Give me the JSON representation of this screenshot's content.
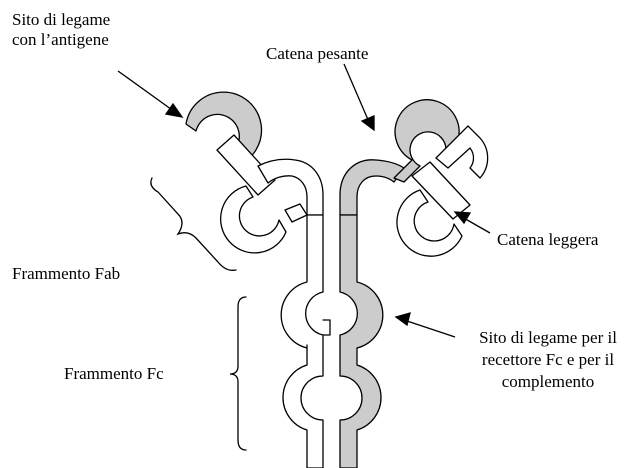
{
  "labels": {
    "antigen_site": [
      "Sito di legame",
      "con l’antigene"
    ],
    "heavy_chain": "Catena pesante",
    "light_chain": "Catena leggera",
    "fab": "Frammento Fab",
    "fc": "Frammento Fc",
    "fc_receptor_site": [
      "Sito di legame per il",
      "recettore Fc e per il",
      "complemento"
    ]
  },
  "colors": {
    "heavy_chain_fill": "#cccccc",
    "outline": "#000000",
    "background": "#ffffff"
  }
}
